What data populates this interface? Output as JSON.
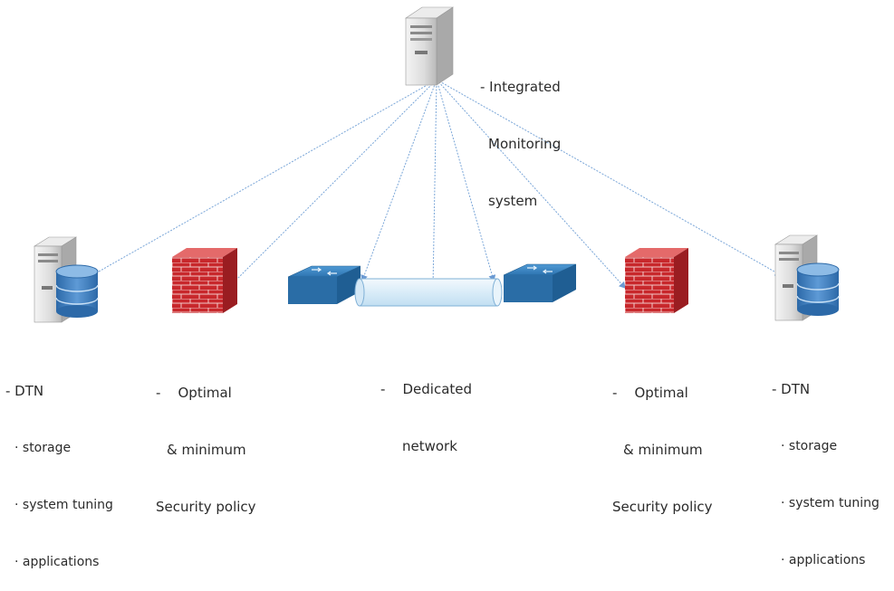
{
  "monitor": {
    "lines": [
      "- Integrated",
      "Monitoring",
      "system"
    ]
  },
  "left_dtn": {
    "title": "- DTN",
    "items": [
      "· storage",
      "· system tuning",
      "· applications"
    ]
  },
  "left_security": {
    "lines": [
      "-    Optimal",
      "& minimum",
      "Security policy"
    ]
  },
  "network": {
    "lines": [
      "-    Dedicated",
      "network"
    ]
  },
  "right_security": {
    "lines": [
      "-    Optimal",
      "& minimum",
      "Security policy"
    ]
  },
  "right_dtn": {
    "title": "- DTN",
    "items": [
      "· storage",
      "· system tuning",
      "· applications"
    ]
  },
  "colors": {
    "link_line": "#7aa6d8",
    "firewall_red": "#c8282c",
    "switch_blue": "#2f78b4",
    "db_blue": "#3d7fc1",
    "server_gray": "#d6d6d6"
  }
}
